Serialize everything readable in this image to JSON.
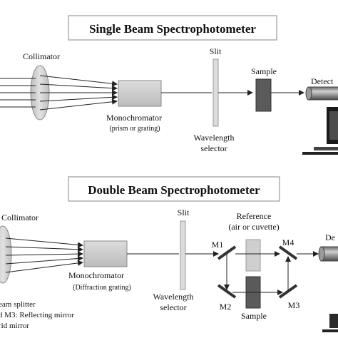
{
  "single": {
    "title": "Single Beam Spectrophotometer",
    "collimator": "Collimator",
    "slit": "Slit",
    "sample": "Sample",
    "detector": "Detect",
    "monochromator": "Monochromator",
    "mono_sub": "(prism or grating)",
    "wl1": "Wavelength",
    "wl2": "selector"
  },
  "double": {
    "title": "Double Beam Spectrophotometer",
    "collimator": "Collimator",
    "slit": "Slit",
    "reference1": "Reference",
    "reference2": "(air or cuvette)",
    "detector": "De",
    "monochromator": "Monochromator",
    "mono_sub": "(Diffraction grating)",
    "wl1": "Wavelength",
    "wl2": "selector",
    "sample": "Sample",
    "m1": "M1",
    "m2": "M2",
    "m3": "M3",
    "m4": "M4",
    "legend1": "eam splitter",
    "legend2": "d M3: Reflecting mirror",
    "legend3": "rid mirror"
  },
  "colors": {
    "box_fill": "#d0d0d0",
    "box_stroke": "#888888",
    "sample_fill": "#555555",
    "mirror": "#333333",
    "title_border": "#9a9a9a"
  }
}
